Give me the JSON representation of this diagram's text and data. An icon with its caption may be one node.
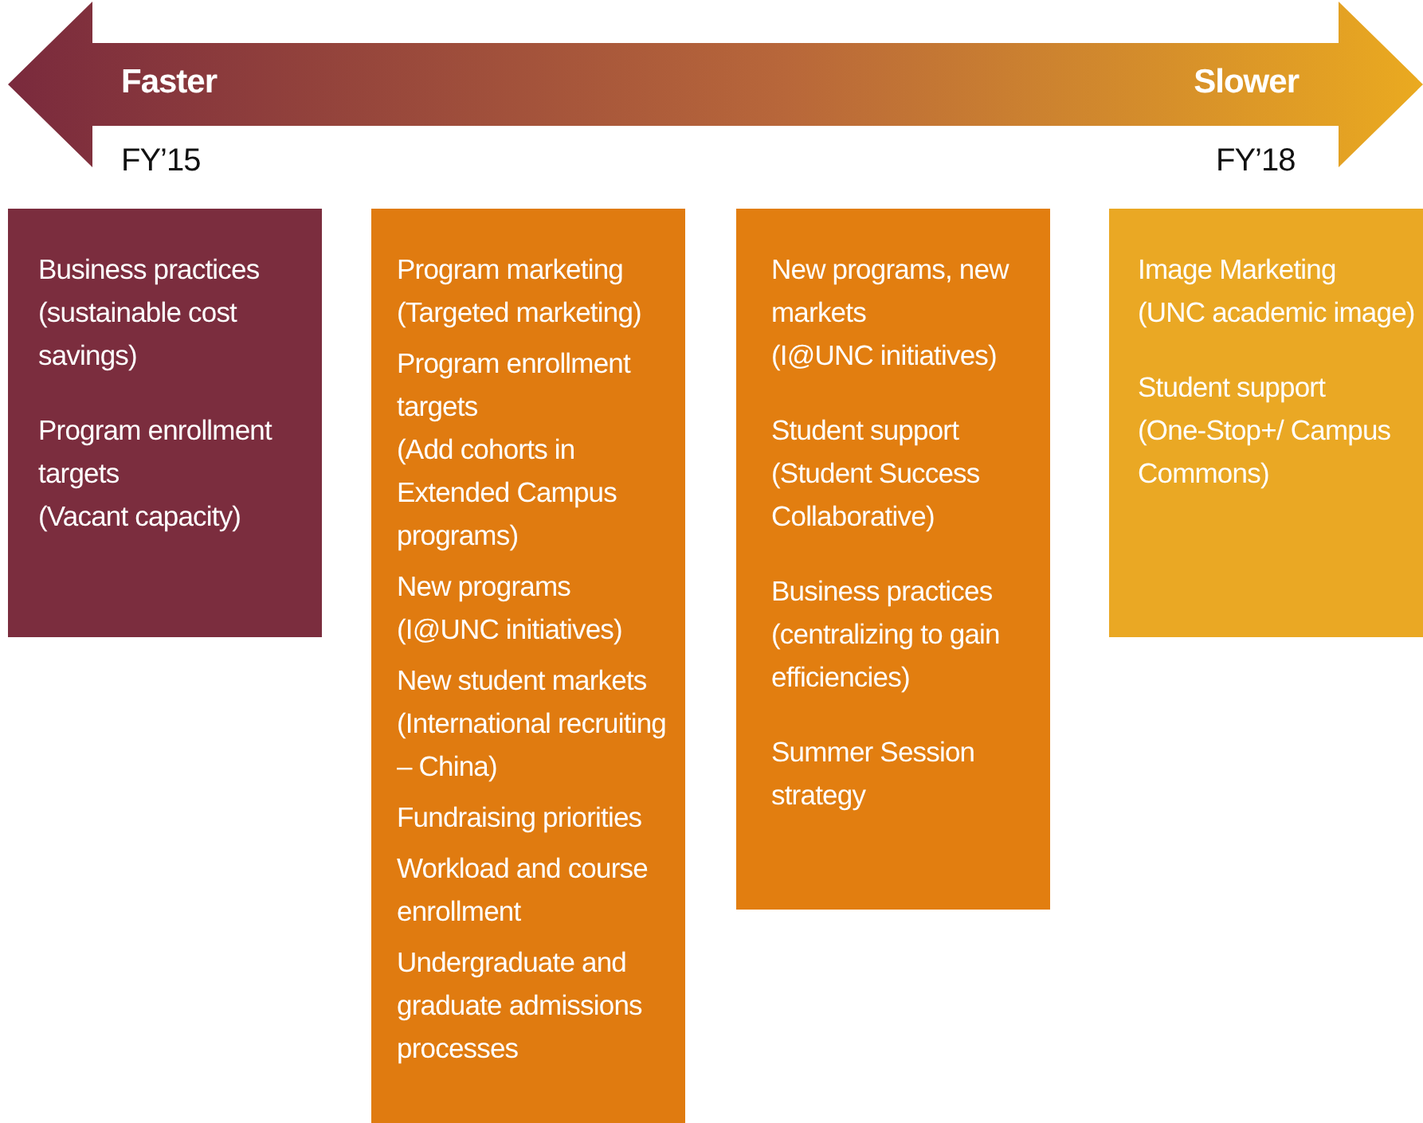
{
  "diagram": {
    "nodes": [
      {
        "text": [
          "Faster",
          "Slower"
        ]
      },
      {
        "text": [
          "Business practices",
          "(sustainable cost savings)",
          "Program enrollment targets",
          "(Vacant capacity)"
        ]
      },
      {
        "text": [
          "Program marketing",
          "(Targeted marketing)",
          "Program enrollment targets",
          "(Add cohorts in Extended Campus programs)",
          "New programs",
          "(I@UNC initiatives)",
          "New student markets",
          "(International recruiting – China)",
          "Fundraising priorities",
          "Workload and course enrollment",
          "Undergraduate and graduate admissions processes"
        ]
      },
      {
        "text": [
          "New programs, new markets",
          "(I@UNC initiatives)",
          "Student support",
          "(Student Success Collaborative)",
          "Business practices",
          "(centralizing to gain efficiencies)",
          "Summer Session strategy"
        ]
      },
      {
        "text": [
          "Image Marketing",
          "(UNC academic image)",
          "Student support",
          "(One-Stop+/ Campus Commons)"
        ]
      }
    ],
    "labels": [
      "FY’15",
      "FY’18"
    ]
  }
}
